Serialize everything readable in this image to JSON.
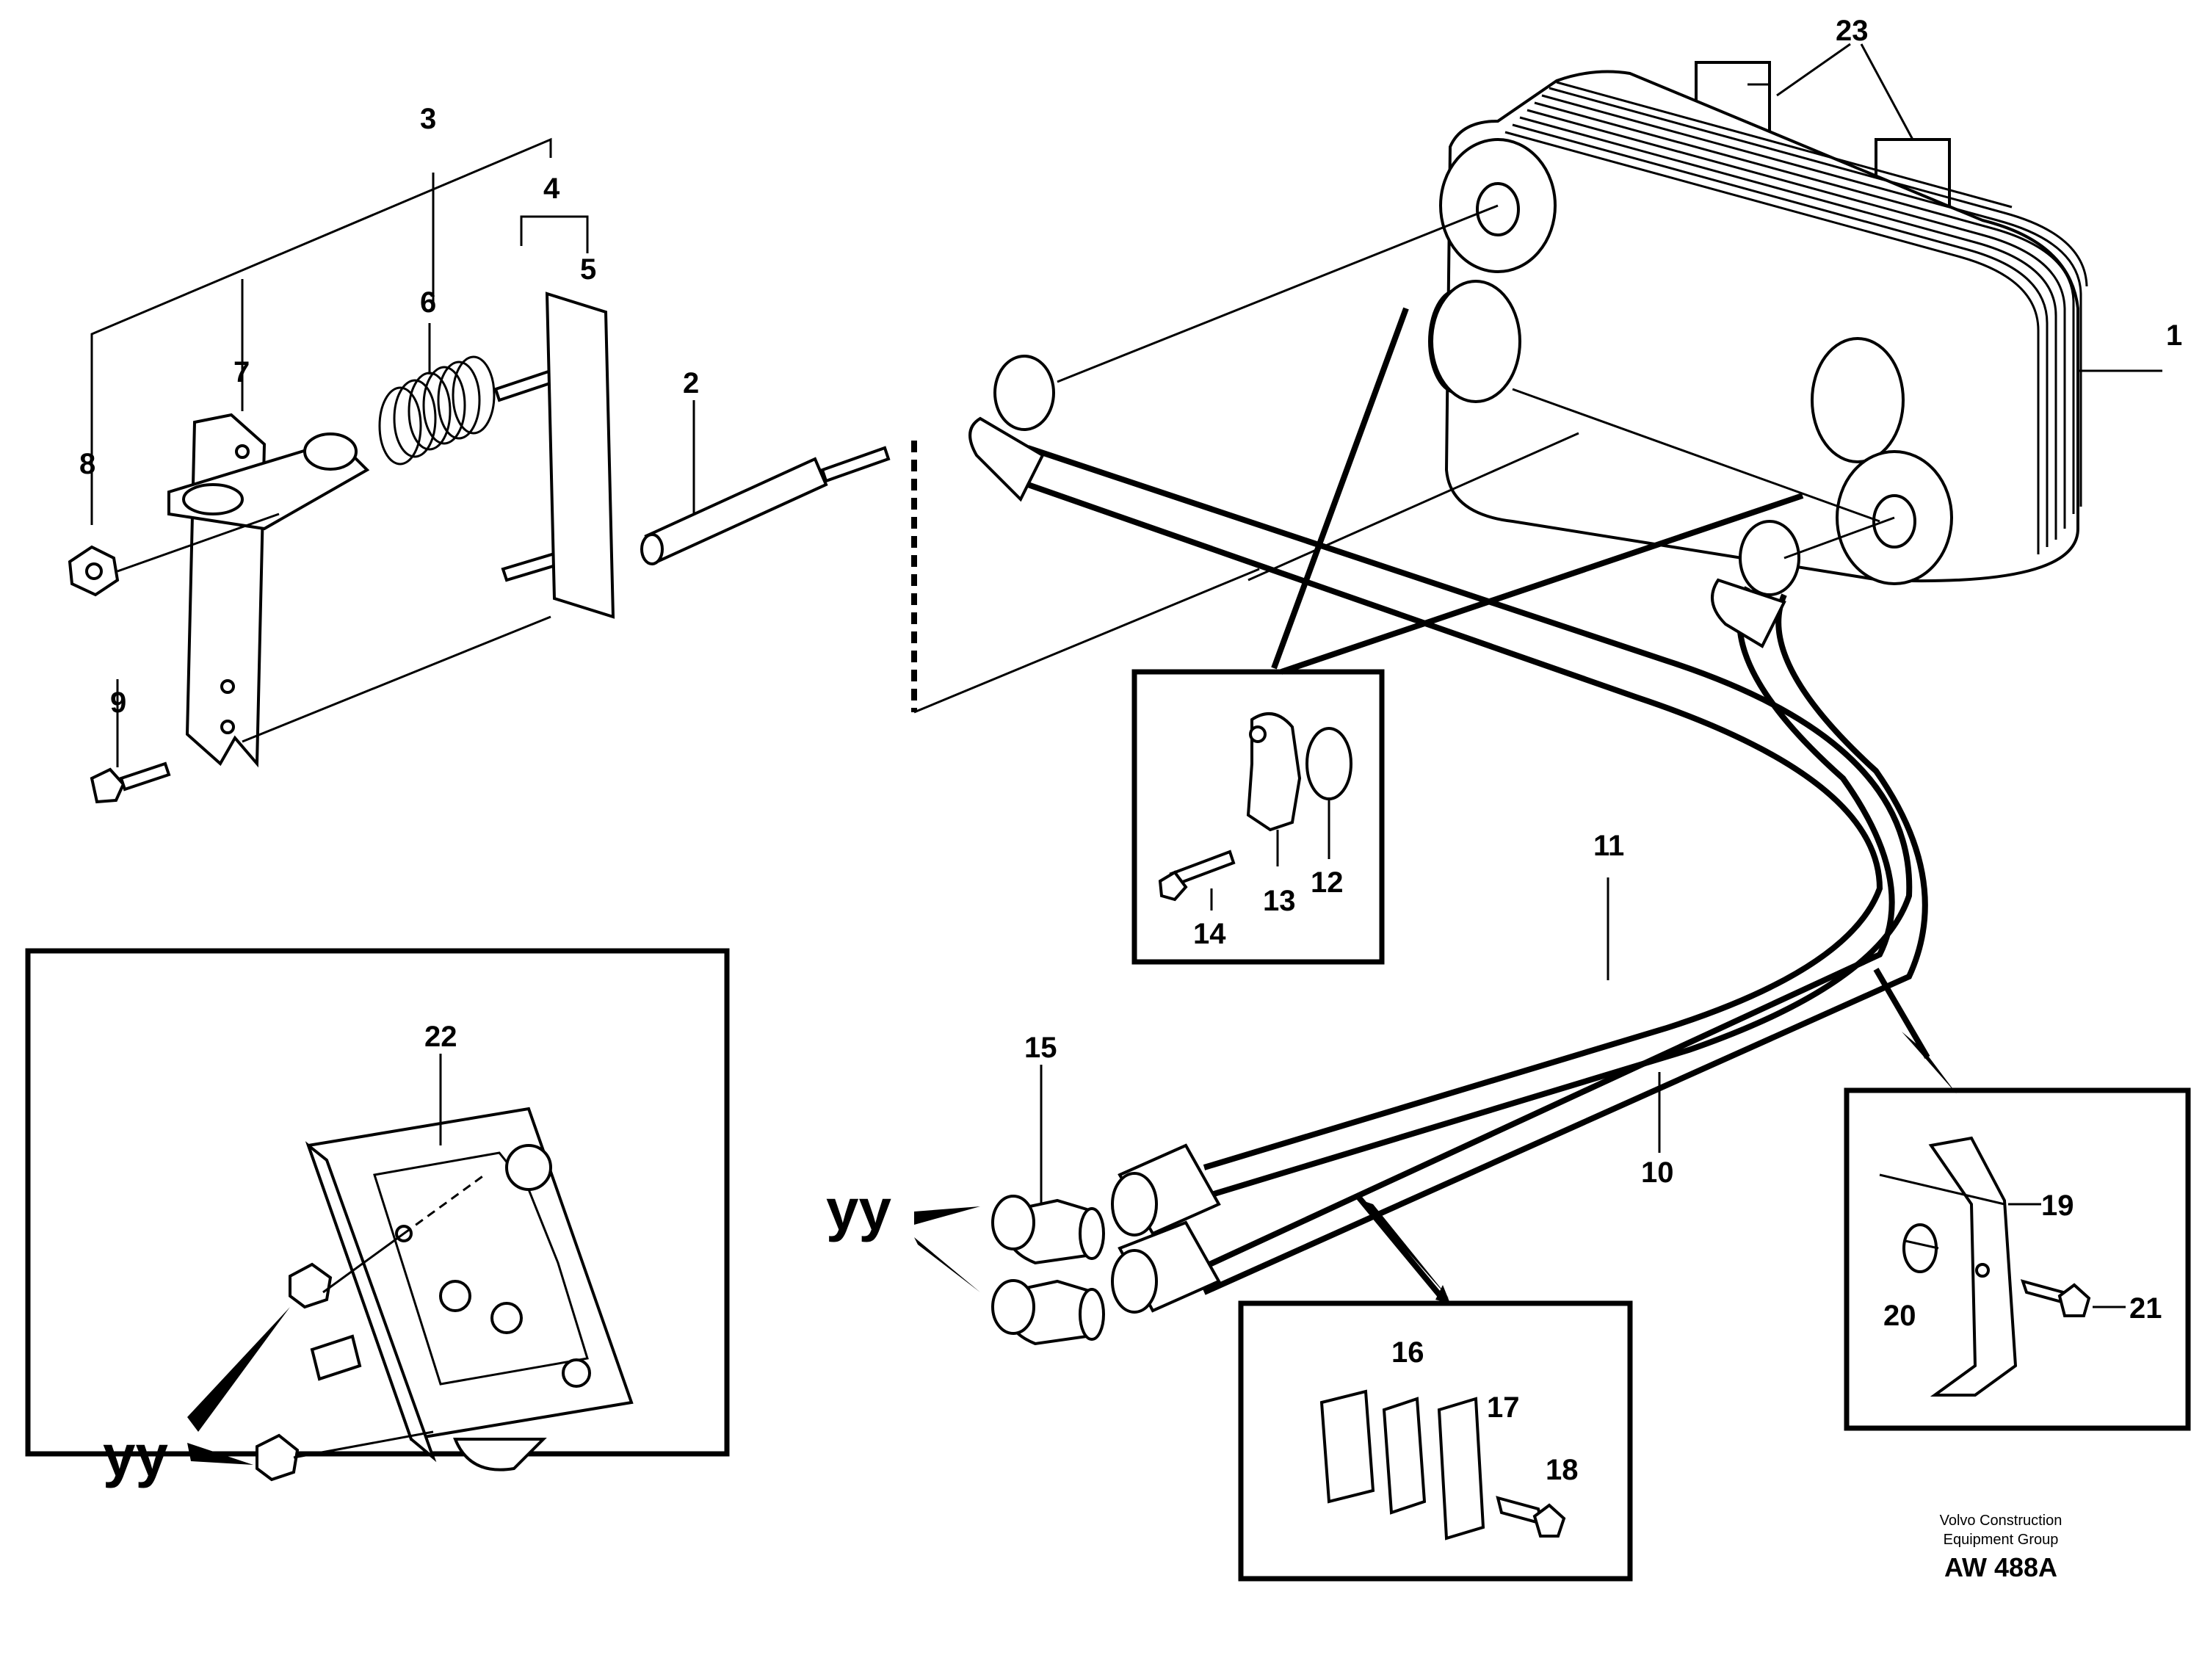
{
  "labels": {
    "l1": "1",
    "l2": "2",
    "l3": "3",
    "l4": "4",
    "l5": "5",
    "l6": "6",
    "l7": "7",
    "l8": "8",
    "l9": "9",
    "l10": "10",
    "l11": "11",
    "l12": "12",
    "l13": "13",
    "l14": "14",
    "l15": "15",
    "l16": "16",
    "l17": "17",
    "l18": "18",
    "l19": "19",
    "l20": "20",
    "l21": "21",
    "l22": "22",
    "l23": "23"
  },
  "markers": {
    "yy_left": "yy",
    "yy_right": "yy"
  },
  "footer": {
    "company_line1": "Volvo Construction",
    "company_line2": "Equipment Group",
    "drawing_code": "AW 488A"
  }
}
